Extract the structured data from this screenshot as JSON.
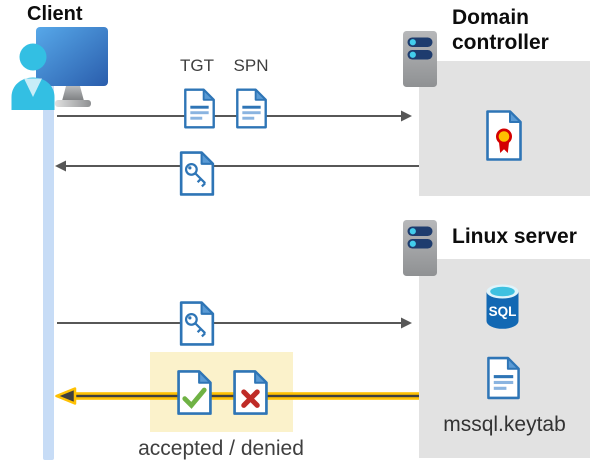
{
  "client": {
    "title": "Client"
  },
  "kerberos_exchange": {
    "tgt_label": "TGT",
    "spn_label": "SPN"
  },
  "domain_controller": {
    "title": "Domain controller"
  },
  "linux_server": {
    "title": "Linux server",
    "sql_label": "SQL",
    "keytab_label": "mssql.keytab"
  },
  "result": {
    "caption": "accepted / denied"
  },
  "icons": {
    "client_icon": "user-at-monitor",
    "domain_controller_icon": "server",
    "linux_server_icon": "server",
    "tgt_ticket_icon": "document",
    "spn_ticket_icon": "document",
    "service_ticket_icon": "key-document",
    "certificate_icon": "certificate-document",
    "sql_database_icon": "sql-database-cylinder",
    "keytab_file_icon": "document",
    "accepted_icon": "check-document",
    "denied_icon": "cross-document"
  },
  "colors": {
    "arrow_gray": "#575757",
    "arrow_yellow": "#ffc103",
    "highlight_yellow_bg": "#fbf2cb",
    "timeline_blue": "#c7dcf6",
    "panel_gray": "#e2e2e2",
    "doc_border_blue": "#2e75b6",
    "check_green": "#6fb244",
    "cross_red": "#bf2b26",
    "sql_blue": "#1268b3",
    "cert_red": "#d40000",
    "cert_yellow": "#ffc000"
  }
}
